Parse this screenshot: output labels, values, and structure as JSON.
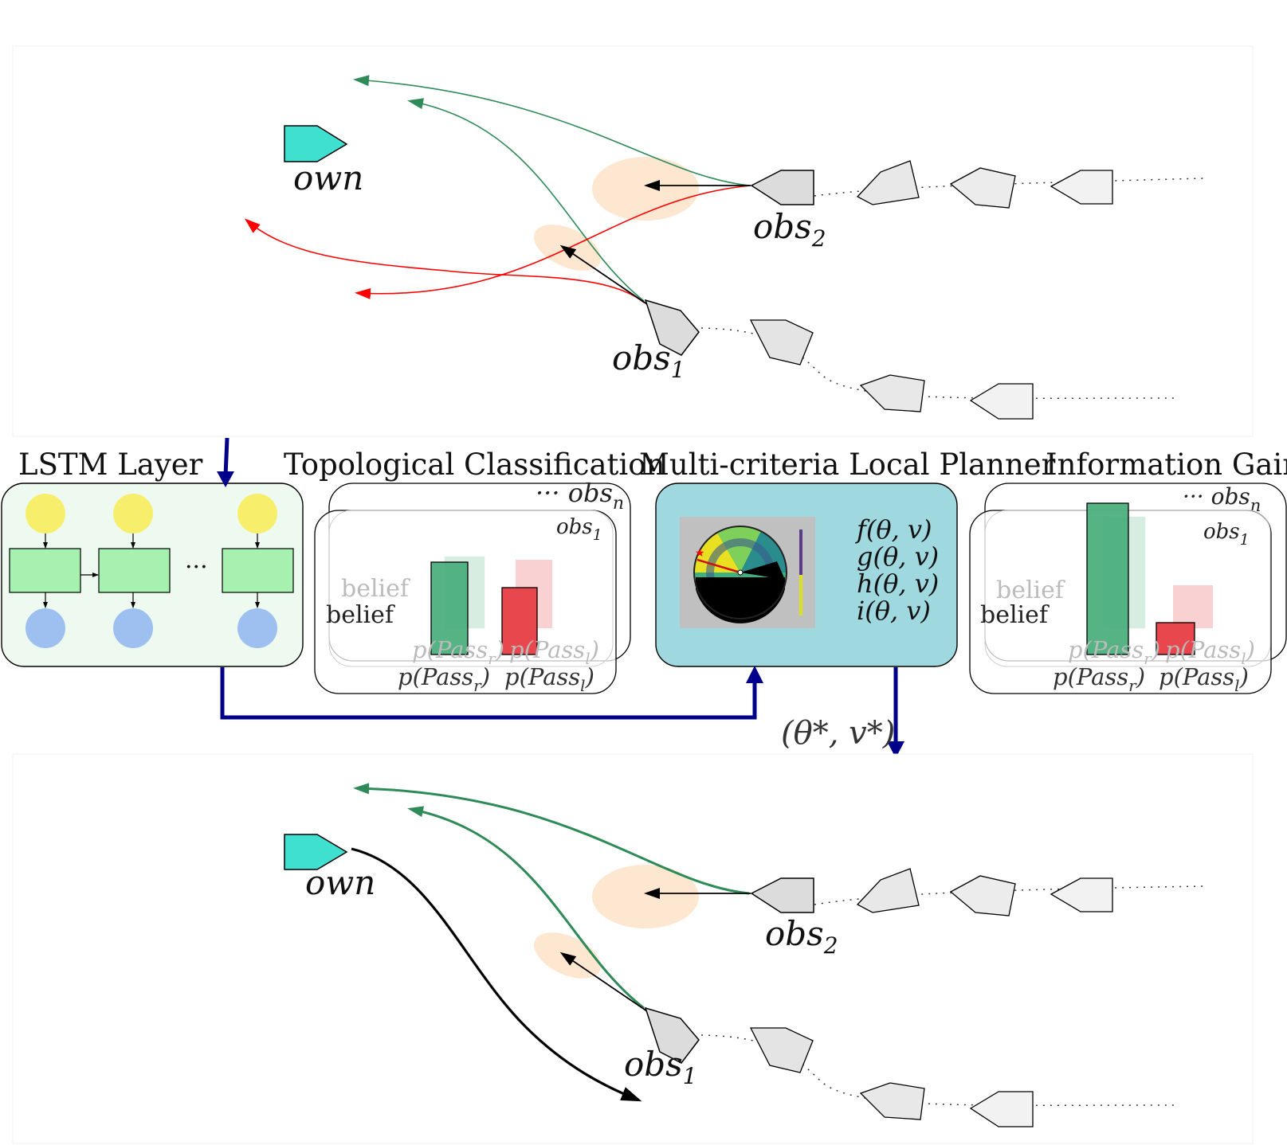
{
  "headings": {
    "lstm": "LSTM Layer",
    "topo": "Topological Classification",
    "planner": "Multi-criteria Local Planner",
    "info": "Information Gain"
  },
  "labels": {
    "own": "own",
    "obs1": "obs",
    "obs1_sub": "1",
    "obs2": "obs",
    "obs2_sub": "2",
    "obsn_prefix": "··· obs",
    "obsn_sub": "n",
    "belief": "belief",
    "p_pass_r": "p(Pass",
    "p_pass_r_sub": "r",
    "p_pass_l": "p(Pass",
    "p_pass_l_sub": "l",
    "close_paren": ")",
    "lstm_dots": "···",
    "f": "f(θ, v)",
    "g": "g(θ, v)",
    "h": "h(θ, v)",
    "i": "i(θ, v)",
    "optimal": "(θ*, v*)"
  },
  "bars": {
    "topo": {
      "p_pass_r": 0.58,
      "p_pass_l": 0.42,
      "faded_r": 0.45,
      "faded_l": 0.43
    },
    "info": {
      "p_pass_r": 0.95,
      "p_pass_l": 0.08,
      "faded_r": 0.7,
      "faded_l": 0.27
    }
  },
  "colors": {
    "own_vessel": "#40e0d0",
    "obstacle_vessel": "#dcdcdc",
    "green_path": "#2e8b57",
    "red_path": "#ff0000",
    "uncertainty": "#fde3c8",
    "flow_arrow": "#00008b",
    "lstm_panel": "#eefaf0",
    "lstm_input": "#f7ef6b",
    "lstm_cell": "#a6f0b0",
    "lstm_output": "#9dc0f0",
    "planner_panel": "#a0d8e0",
    "bar_r": "#4caf7d",
    "bar_l": "#e8484d"
  }
}
